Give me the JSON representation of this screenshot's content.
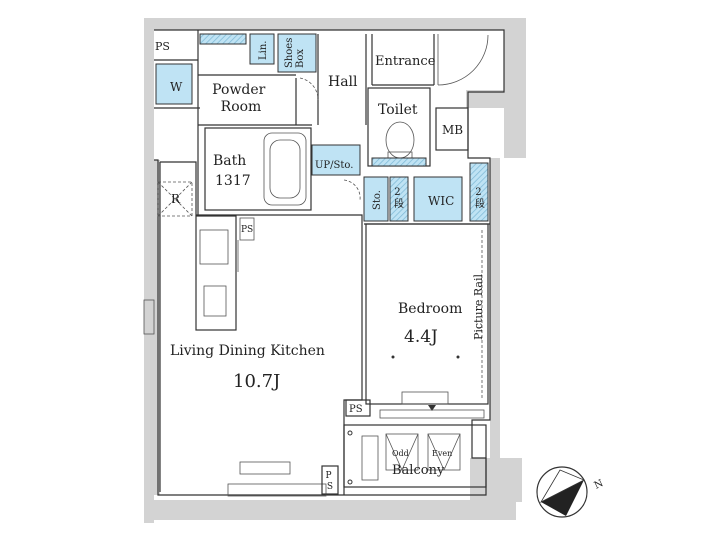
{
  "rooms": {
    "ps_top": "PS",
    "w": "W",
    "powder_room": "Powder\nRoom",
    "lin": "Lin.",
    "shoes_box": "Shoes\nBox",
    "hall": "Hall",
    "entrance": "Entrance",
    "toilet": "Toilet",
    "mb": "MB",
    "bath": "Bath",
    "bath_size": "1317",
    "up_sto": "UP/Sto.",
    "r": "R",
    "sto": "Sto.",
    "step_left": "2\n段",
    "wic": "WIC",
    "step_right": "2\n段",
    "ps_kitchen": "PS",
    "picture_rail": "Picture Rail",
    "bedroom": "Bedroom",
    "bedroom_size": "4.4J",
    "ldk": "Living Dining Kitchen",
    "ldk_size": "10.7J",
    "ps_middle": "PS",
    "odd": "Odd",
    "even": "Even",
    "balcony": "Balcony",
    "ps_bottom": "P\nS",
    "compass_n": "N"
  },
  "colors": {
    "wall": "#d3d3d3",
    "storage": "#bfe3f4",
    "line": "#333333"
  }
}
